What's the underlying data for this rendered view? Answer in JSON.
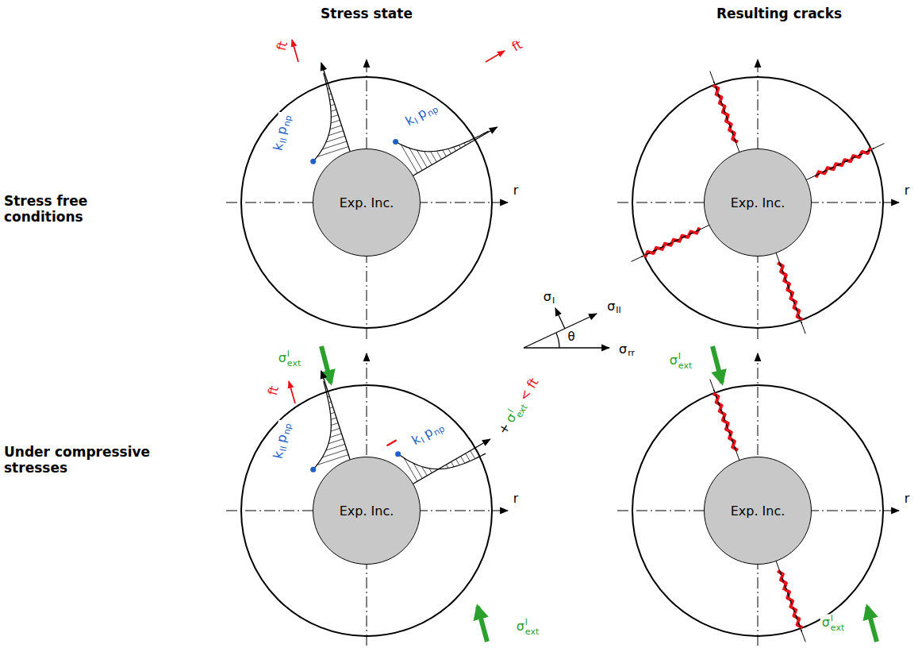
{
  "diagram": {
    "nodes": [
      {
        "text": [
          "Exp. Inc."
        ]
      },
      {
        "text": [
          "Exp. Inc."
        ]
      },
      {
        "text": [
          "Exp. Inc."
        ]
      },
      {
        "text": [
          "Exp. Inc."
        ]
      }
    ],
    "labels": [
      "Stress state",
      "Resulting cracks",
      "Stress free conditions",
      "Under compressive stresses",
      "ft",
      "ft",
      "k",
      "II",
      "p",
      "np",
      "k",
      "I",
      "p",
      "np",
      "r",
      "r",
      "σ",
      "I",
      "σ",
      "II",
      "θ",
      "σ",
      "rr",
      "σ",
      "I",
      "ext",
      "ft",
      "k",
      "II",
      "p",
      "np",
      "k",
      "I",
      "p",
      "np",
      "+",
      "σ",
      "I",
      "ext",
      "< ft",
      "r",
      "σ",
      "I",
      "ext",
      "σ",
      "I",
      "ext",
      "r",
      "σ",
      "I",
      "ext"
    ]
  }
}
